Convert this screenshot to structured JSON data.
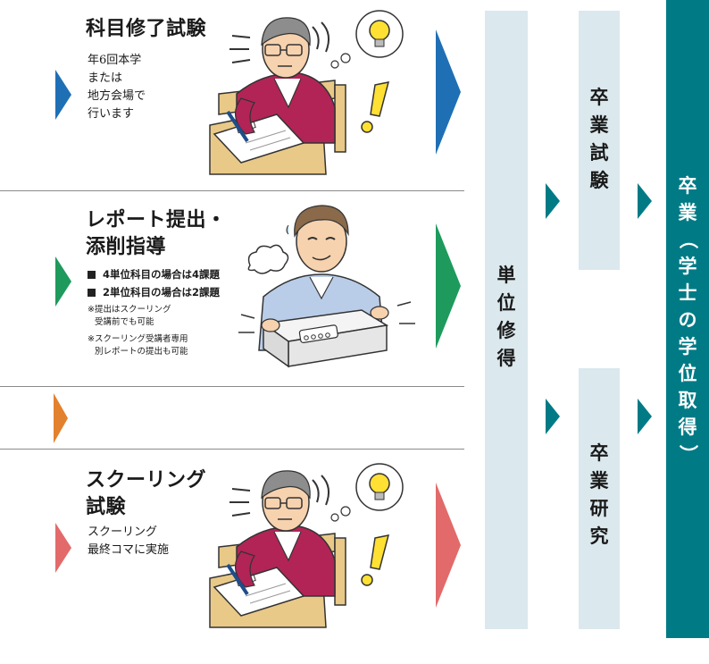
{
  "sections": [
    {
      "id": "exam",
      "title": "科目修了試験",
      "lines": [
        "年6回本学",
        "または",
        "地方会場で",
        "行います"
      ],
      "arrow_color": "#1f6fb5",
      "big_arrow_color": "#1f6fb5"
    },
    {
      "id": "report",
      "title_lines": [
        "レポート提出・",
        "添削指導"
      ],
      "bullets": [
        "4単位科目の場合は4課題",
        "2単位科目の場合は2課題"
      ],
      "notes": [
        [
          "※提出はスクーリング",
          "受講前でも可能"
        ],
        [
          "※スクーリング受講者専用",
          "別レポートの提出も可能"
        ]
      ],
      "arrow_color": "#1e9a5c",
      "big_arrow_color": "#1e9a5c"
    },
    {
      "id": "blank",
      "arrow_color": "#e2812e"
    },
    {
      "id": "schooling",
      "title_lines": [
        "スクーリング",
        "試験"
      ],
      "lines": [
        "スクーリング",
        "最終コマに実施"
      ],
      "arrow_color": "#e26a6a",
      "big_arrow_color": "#e26a6a"
    }
  ],
  "credit_column": {
    "chars": [
      "単",
      "位",
      "修",
      "得"
    ],
    "color": "#dbe8ee"
  },
  "grad_exam": {
    "chars": [
      "卒",
      "業",
      "試",
      "験"
    ],
    "color": "#dbe8ee"
  },
  "grad_research": {
    "chars": [
      "卒",
      "業",
      "研",
      "究"
    ],
    "color": "#dbe8ee"
  },
  "degree": {
    "chars": [
      "卒",
      "業",
      "（",
      "学",
      "士",
      "の",
      "学",
      "位",
      "取",
      "得",
      "）"
    ],
    "color": "#007b86",
    "text_color": "#ffffff"
  },
  "connector_arrow_color": "#007b86"
}
